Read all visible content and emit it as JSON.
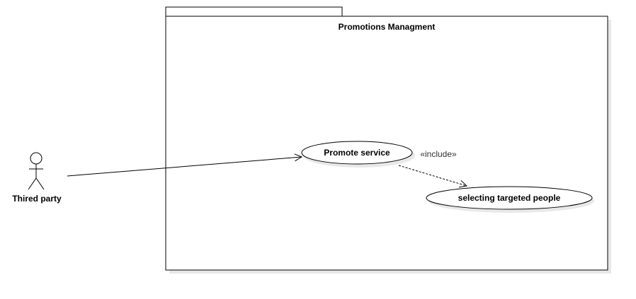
{
  "package": {
    "title": "Promotions Managment"
  },
  "actors": [
    {
      "label": "Thired party"
    }
  ],
  "use_cases": [
    {
      "label": "Promote service"
    },
    {
      "label": "selecting targeted people"
    }
  ],
  "relationships": [
    {
      "from": "Thired party",
      "to": "Promote service",
      "type": "association"
    },
    {
      "from": "Promote service",
      "to": "selecting targeted people",
      "type": "include",
      "label": "«include»"
    }
  ],
  "colors": {
    "line": "#000000",
    "fill": "#ffffff",
    "shadow": "#e6e6e6"
  }
}
